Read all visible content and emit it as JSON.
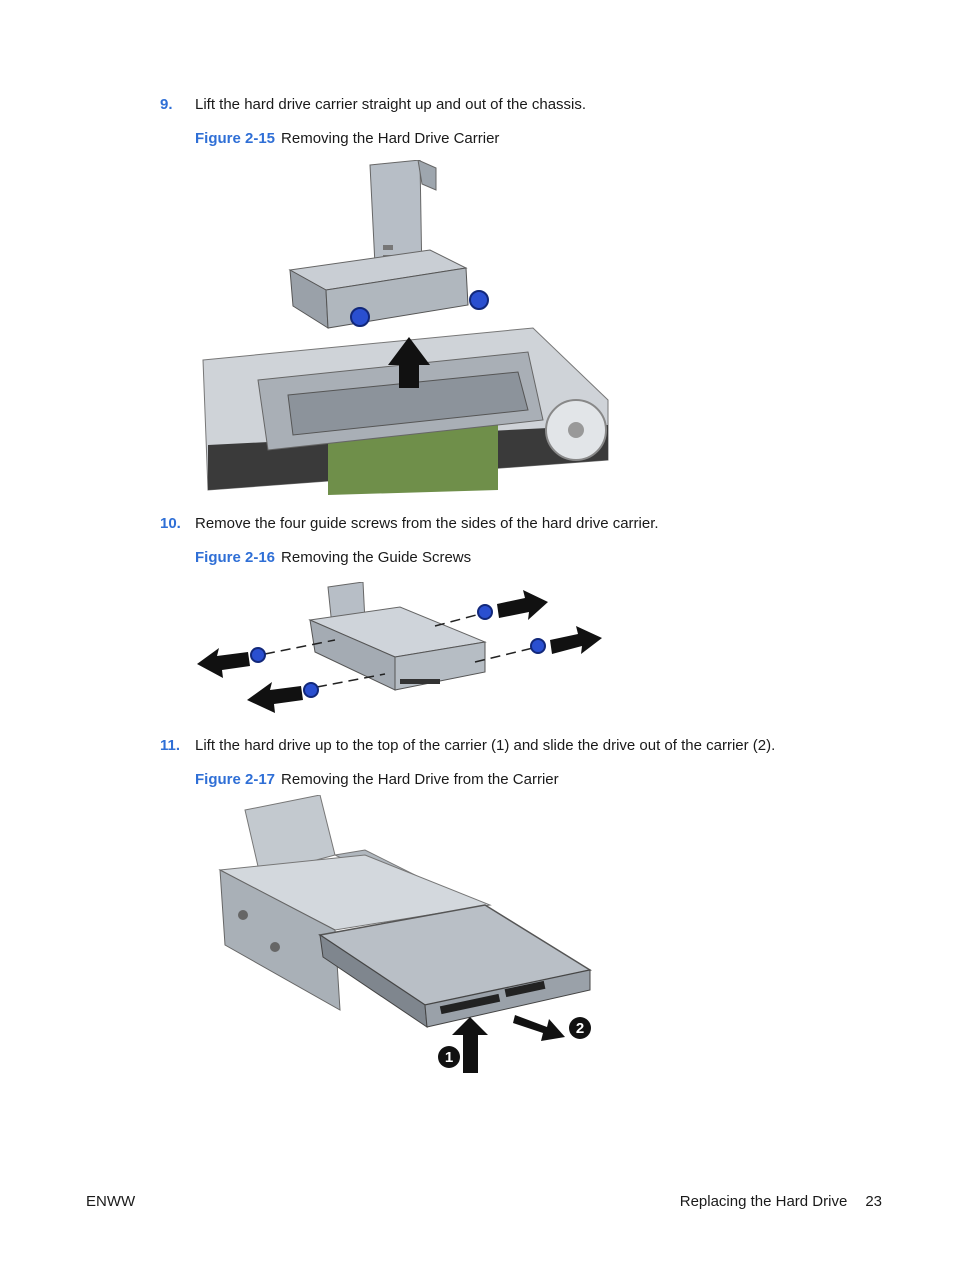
{
  "steps": [
    {
      "num": "9.",
      "text": "Lift the hard drive carrier straight up and out of the chassis."
    },
    {
      "num": "10.",
      "text": "Remove the four guide screws from the sides of the hard drive carrier."
    },
    {
      "num": "11.",
      "text": "Lift the hard drive up to the top of the carrier (1) and slide the drive out of the carrier (2)."
    }
  ],
  "figures": [
    {
      "label": "Figure 2-15",
      "title": "Removing the Hard Drive Carrier"
    },
    {
      "label": "Figure 2-16",
      "title": "Removing the Guide Screws"
    },
    {
      "label": "Figure 2-17",
      "title": "Removing the Hard Drive from the Carrier",
      "callouts": [
        "1",
        "2"
      ]
    }
  ],
  "footer": {
    "left": "ENWW",
    "section": "Replacing the Hard Drive",
    "page": "23"
  },
  "colors": {
    "accent": "#2f6fd6",
    "screw_blue": "#2a4fd0",
    "metal": "#b9c0c8",
    "arrow": "#111111"
  }
}
